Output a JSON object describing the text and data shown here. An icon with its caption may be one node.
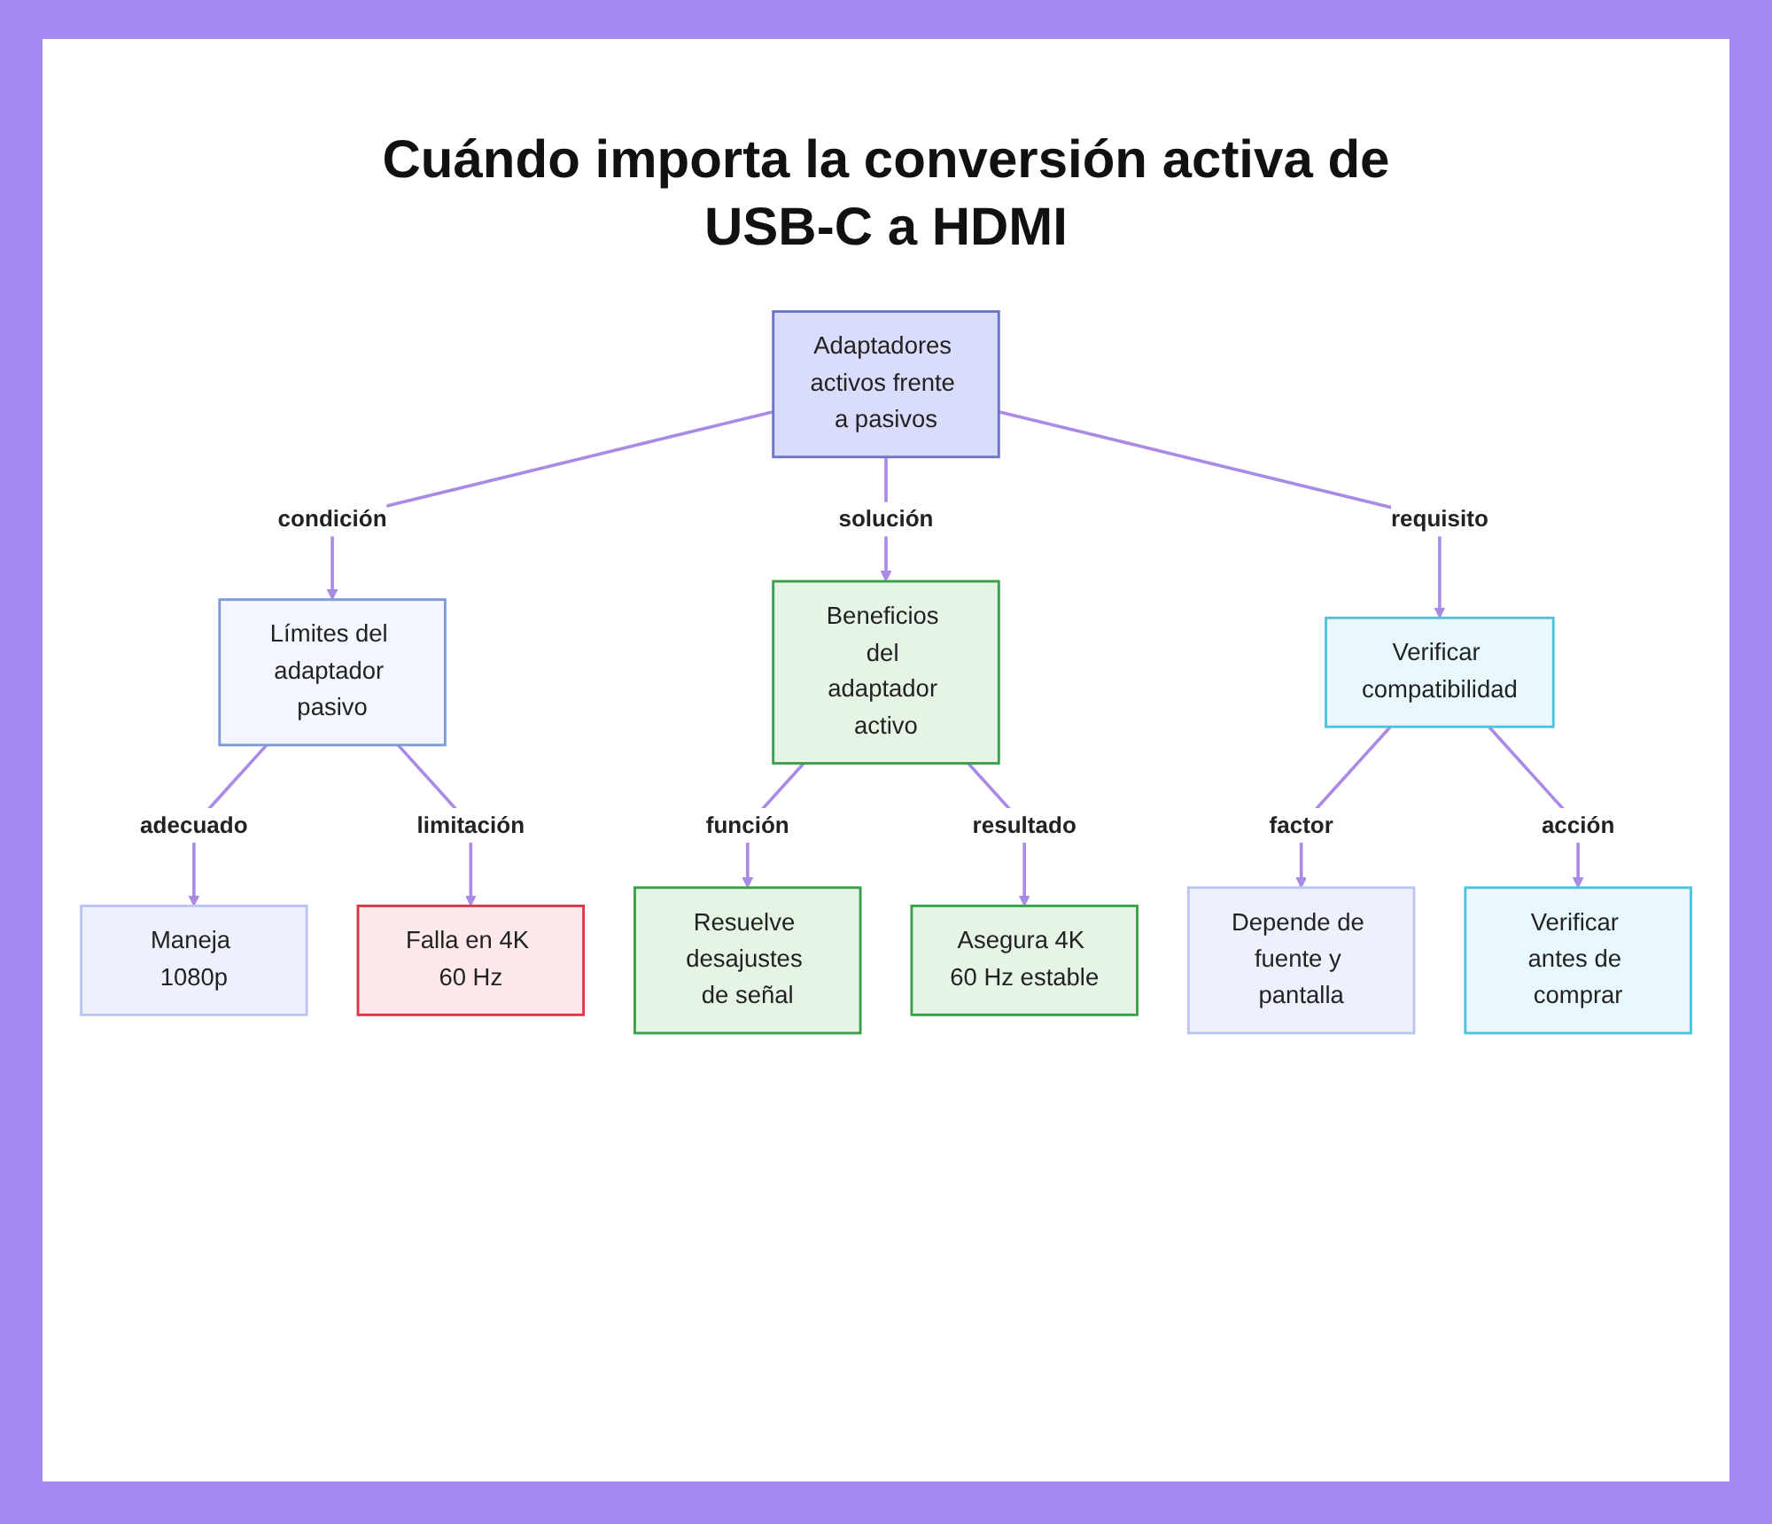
{
  "diagram": {
    "title": "Cuándo importa la conversión activa de USB-C a HDMI",
    "nodes": [
      {
        "text": [
          "Adaptadores activos frente a pasivos"
        ]
      },
      {
        "text": [
          "Límites del adaptador pasivo"
        ]
      },
      {
        "text": [
          "Beneficios del adaptador activo"
        ]
      },
      {
        "text": [
          "Verificar compatibilidad"
        ]
      },
      {
        "text": [
          "Maneja 1080p"
        ]
      },
      {
        "text": [
          "Falla en 4K 60 Hz"
        ]
      },
      {
        "text": [
          "Resuelve desajustes de señal"
        ]
      },
      {
        "text": [
          "Asegura 4K 60 Hz estable"
        ]
      },
      {
        "text": [
          "Depende de fuente y pantalla"
        ]
      },
      {
        "text": [
          "Verificar antes de comprar"
        ]
      }
    ],
    "edges": [
      {
        "from": 0,
        "to": 1,
        "arrow": "to",
        "label": "condición"
      },
      {
        "from": 0,
        "to": 2,
        "arrow": "to",
        "label": "solución"
      },
      {
        "from": 0,
        "to": 3,
        "arrow": "to",
        "label": "requisito"
      },
      {
        "from": 1,
        "to": 4,
        "arrow": "to",
        "label": "adecuado"
      },
      {
        "from": 1,
        "to": 5,
        "arrow": "to",
        "label": "limitación"
      },
      {
        "from": 2,
        "to": 6,
        "arrow": "to",
        "label": "función"
      },
      {
        "from": 2,
        "to": 7,
        "arrow": "to",
        "label": "resultado"
      },
      {
        "from": 3,
        "to": 8,
        "arrow": "to",
        "label": "factor"
      },
      {
        "from": 3,
        "to": 9,
        "arrow": "to",
        "label": "acción"
      }
    ]
  }
}
